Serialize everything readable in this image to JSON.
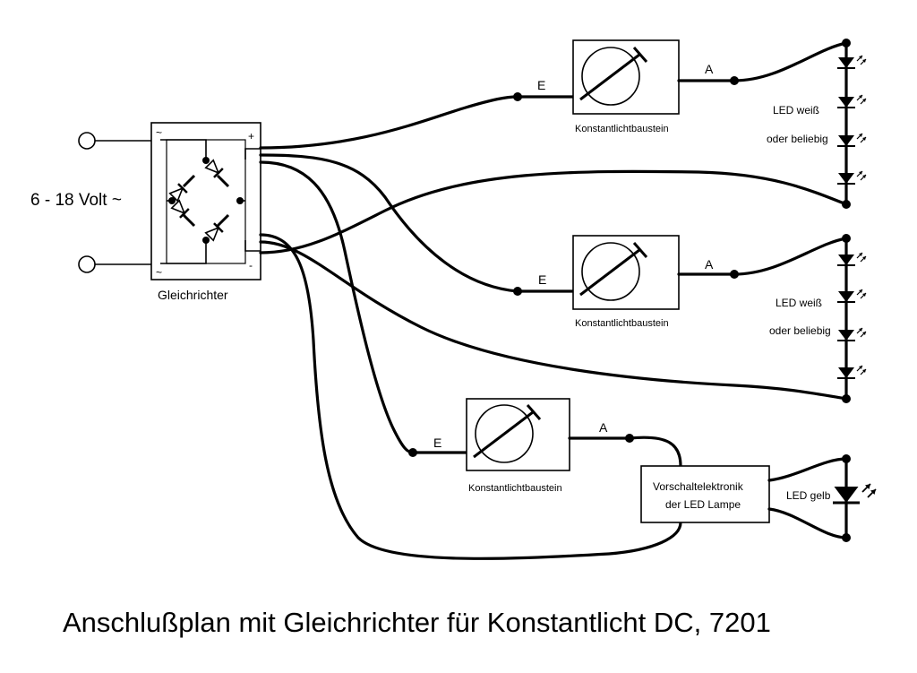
{
  "input_voltage_label": "6 - 18 Volt ~",
  "rectifier": {
    "label": "Gleichrichter",
    "ac_symbol": "~",
    "plus_symbol": "+",
    "minus_symbol": "-"
  },
  "modules": [
    {
      "label": "Konstantlichtbaustein",
      "input": "E",
      "output": "A"
    },
    {
      "label": "Konstantlichtbaustein",
      "input": "E",
      "output": "A"
    },
    {
      "label": "Konstantlichtbaustein",
      "input": "E",
      "output": "A"
    }
  ],
  "led_chains": [
    {
      "line1": "LED weiß",
      "line2": "oder beliebig"
    },
    {
      "line1": "LED weiß",
      "line2": "oder beliebig"
    }
  ],
  "driver": {
    "line1": "Vorschaltelektronik",
    "line2": "der LED Lampe"
  },
  "yellow_led_label": "LED gelb",
  "caption": "Anschlußplan mit Gleichrichter für Konstantlicht DC, 7201"
}
